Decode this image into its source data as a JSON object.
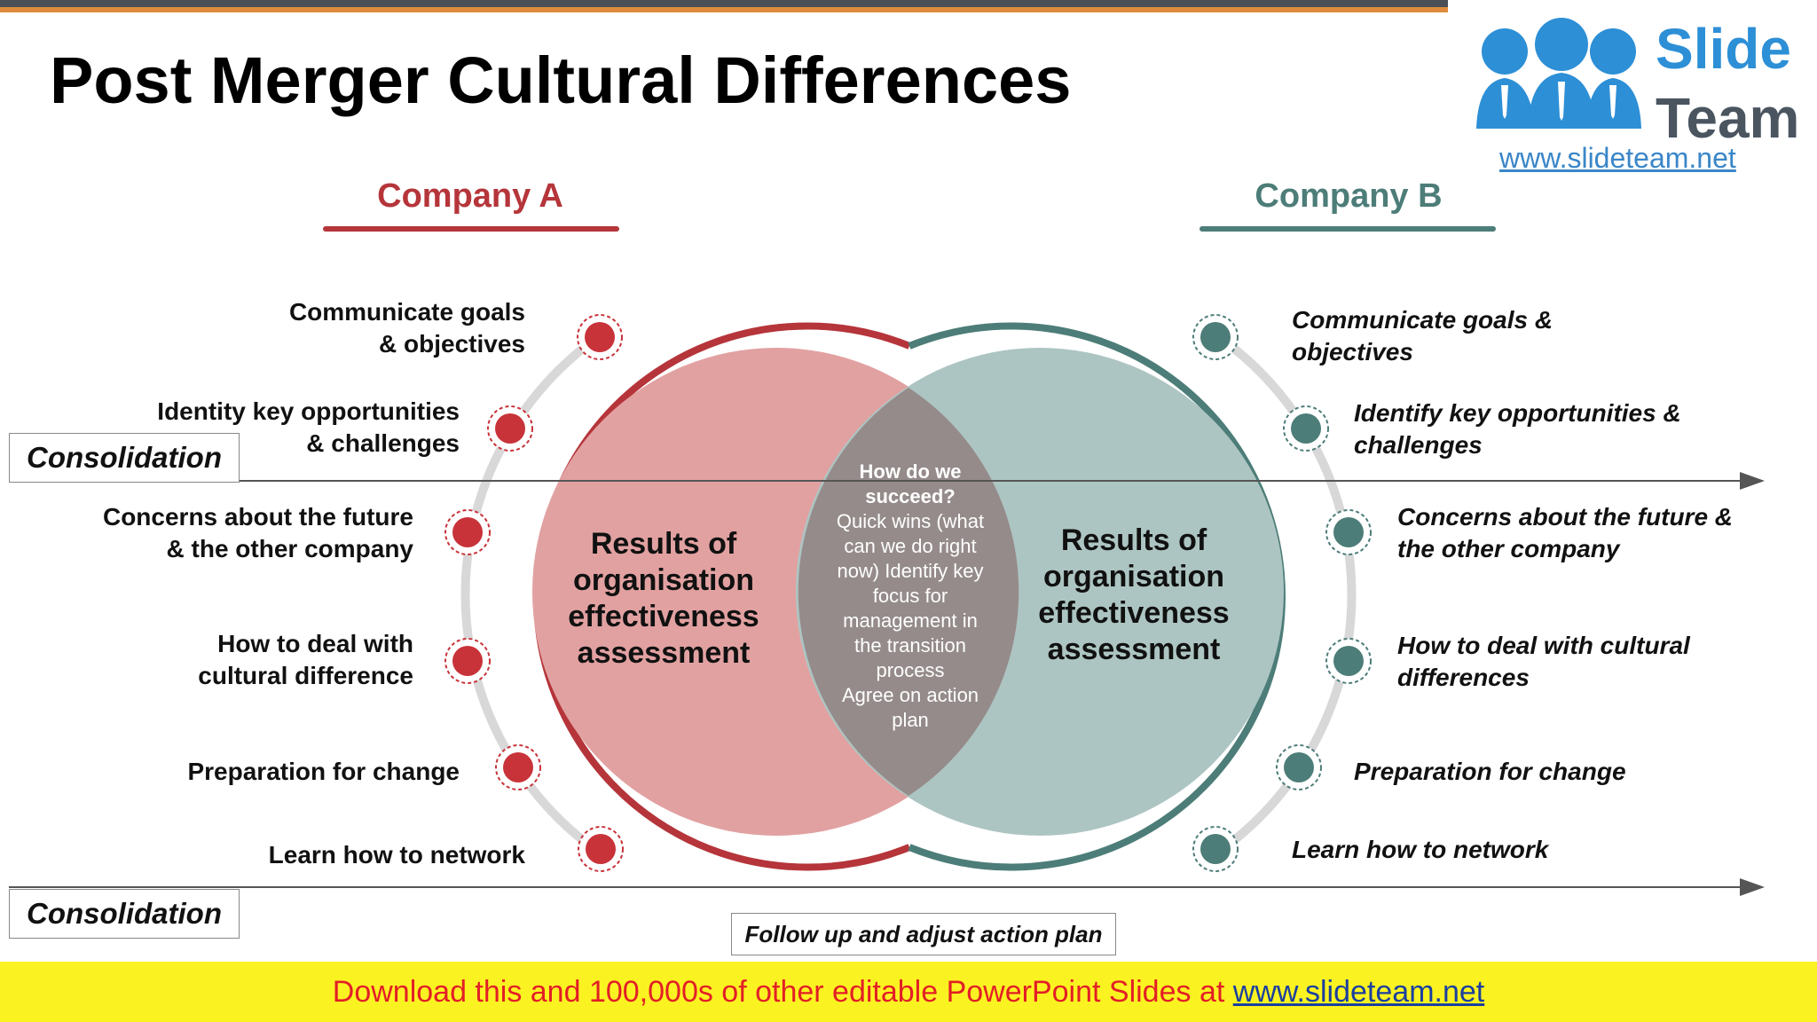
{
  "title": "Post Merger Cultural Differences",
  "logo": {
    "word1": "Slide",
    "word2": "Team",
    "url": "www.slideteam.net"
  },
  "company_a": {
    "label": "Company A",
    "color": "#b5353a",
    "items": [
      "Communicate goals\n& objectives",
      "Identity key opportunities\n& challenges",
      "Concerns about the future\n& the other company",
      "How to deal with\ncultural difference",
      "Preparation for change",
      "Learn how to network"
    ],
    "circle_text": "Results of\norganisation\neffectiveness\nassessment"
  },
  "company_b": {
    "label": "Company B",
    "color": "#4d7d78",
    "items": [
      "Communicate goals &\nobjectives",
      "Identify key opportunities &\nchallenges",
      "Concerns about the future &\nthe other company",
      "How to deal with cultural\ndifferences",
      "Preparation for change",
      "Learn how to network"
    ],
    "circle_text": "Results of\norganisation\neffectiveness\nassessment"
  },
  "center": {
    "question": "How do we\nsucceed?",
    "body": "Quick wins (what\ncan we do right\nnow) Identify key\nfocus for\nmanagement in\nthe transition\nprocess\nAgree on action\nplan"
  },
  "consolidation_1": "Consolidation",
  "consolidation_2": "Consolidation",
  "follow_up": "Follow up and adjust action plan",
  "banner": {
    "text": "Download this and 100,000s of other editable PowerPoint Slides at ",
    "link": "www.slideteam.net"
  }
}
